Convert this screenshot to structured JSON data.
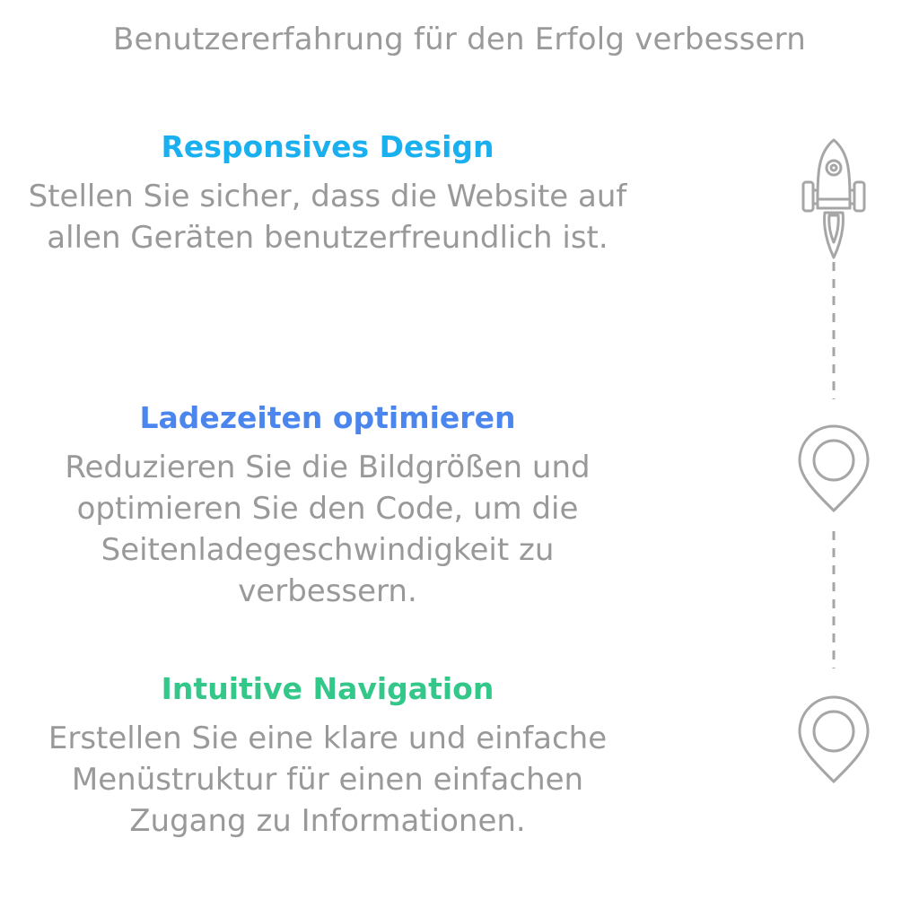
{
  "title": "Benutzererfahrung für den Erfolg verbessern",
  "steps": [
    {
      "heading": "Responsives Design",
      "text": "Stellen Sie sicher, dass die Website auf allen Geräten benutzerfreundlich ist.",
      "color": "#1ab0f0",
      "icon": "rocket-icon"
    },
    {
      "heading": "Ladezeiten optimieren",
      "text": "Reduzieren Sie die Bildgrößen und optimieren Sie den Code, um die Seitenladegeschwindigkeit zu verbessern.",
      "color": "#4a86ee",
      "icon": "map-pin-icon"
    },
    {
      "heading": "Intuitive Navigation",
      "text": "Erstellen Sie eine klare und einfache Menüstruktur für einen einfachen Zugang zu Informationen.",
      "color": "#33c88a",
      "icon": "map-pin-icon"
    }
  ],
  "colors": {
    "text_gray": "#999999",
    "icon_stroke": "#a6a6a6"
  }
}
